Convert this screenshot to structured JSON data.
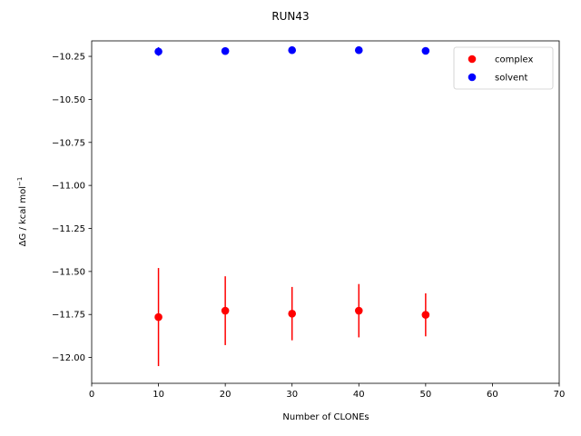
{
  "chart_data": {
    "type": "scatter",
    "title": "RUN43",
    "xlabel": "Number of CLONEs",
    "ylabel": "ΔG / kcal mol",
    "ylabel_superscript": "−1",
    "xlim": [
      0,
      70
    ],
    "ylim": [
      -12.15,
      -10.16
    ],
    "xticks": [
      0,
      10,
      20,
      30,
      40,
      50,
      60,
      70
    ],
    "xtick_labels": [
      "0",
      "10",
      "20",
      "30",
      "40",
      "50",
      "60",
      "70"
    ],
    "yticks": [
      -12.0,
      -11.75,
      -11.5,
      -11.25,
      -11.0,
      -10.75,
      -10.5,
      -10.25
    ],
    "ytick_labels": [
      "−12.00",
      "−11.75",
      "−11.50",
      "−11.25",
      "−11.00",
      "−10.75",
      "−10.50",
      "−10.25"
    ],
    "grid": false,
    "legend_position": "top-right",
    "series": [
      {
        "name": "complex",
        "color": "#ff0000",
        "x": [
          10,
          20,
          30,
          40,
          50
        ],
        "y": [
          -11.765,
          -11.728,
          -11.745,
          -11.728,
          -11.752
        ],
        "yerr": [
          0.285,
          0.2,
          0.155,
          0.155,
          0.125
        ]
      },
      {
        "name": "solvent",
        "color": "#0000ff",
        "x": [
          10,
          20,
          30,
          40,
          50
        ],
        "y": [
          -10.222,
          -10.219,
          -10.214,
          -10.214,
          -10.218
        ],
        "yerr": [
          0.025,
          0.018,
          0.013,
          0.006,
          0.005
        ]
      }
    ]
  }
}
